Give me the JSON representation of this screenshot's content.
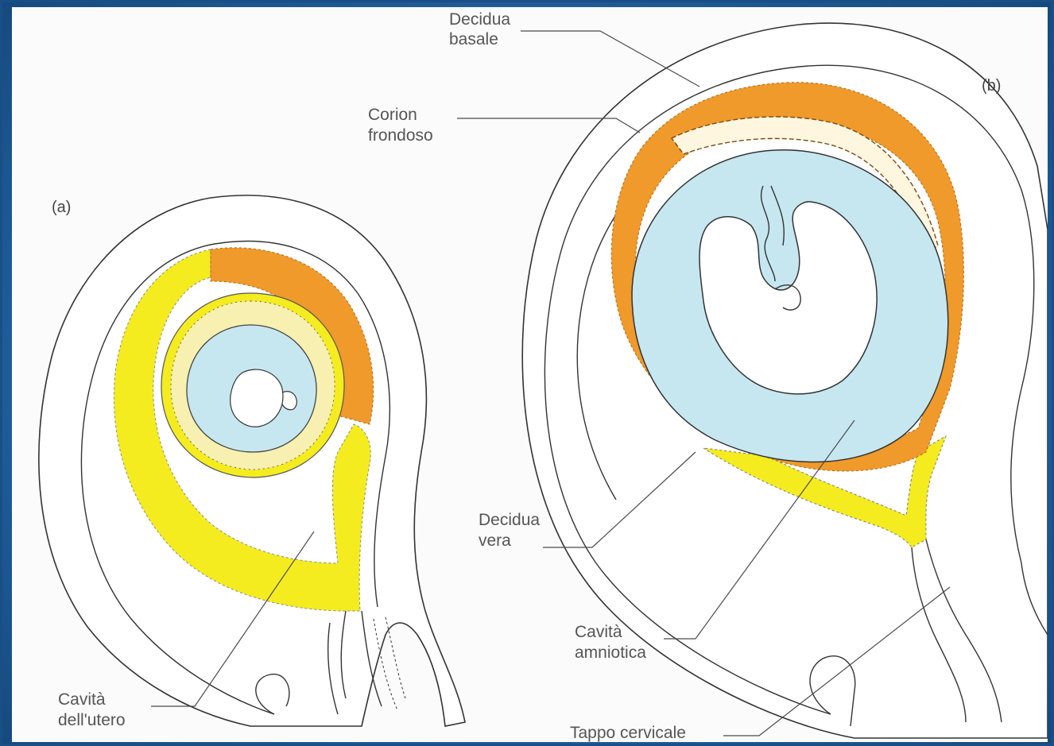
{
  "figure_a": {
    "tag": "(a)",
    "labels": {
      "cavita_utero_l1": "Cavità",
      "cavita_utero_l2": "dell'utero"
    }
  },
  "figure_b": {
    "tag": "(b)",
    "labels": {
      "decidua_basale_l1": "Decidua",
      "decidua_basale_l2": "basale",
      "corion_l1": "Corion",
      "corion_l2": "frondoso",
      "decidua_vera_l1": "Decidua",
      "decidua_vera_l2": "vera",
      "cavita_amniotica_l1": "Cavità",
      "cavita_amniotica_l2": "amniotica",
      "tappo_cervicale": "Tappo cervicale"
    }
  },
  "colors": {
    "decidua_orange": "#ef9a2a",
    "decidua_yellow": "#f4ec1f",
    "amnion_blue": "#c6e7f0",
    "frame_blue": "#1c5a93"
  }
}
